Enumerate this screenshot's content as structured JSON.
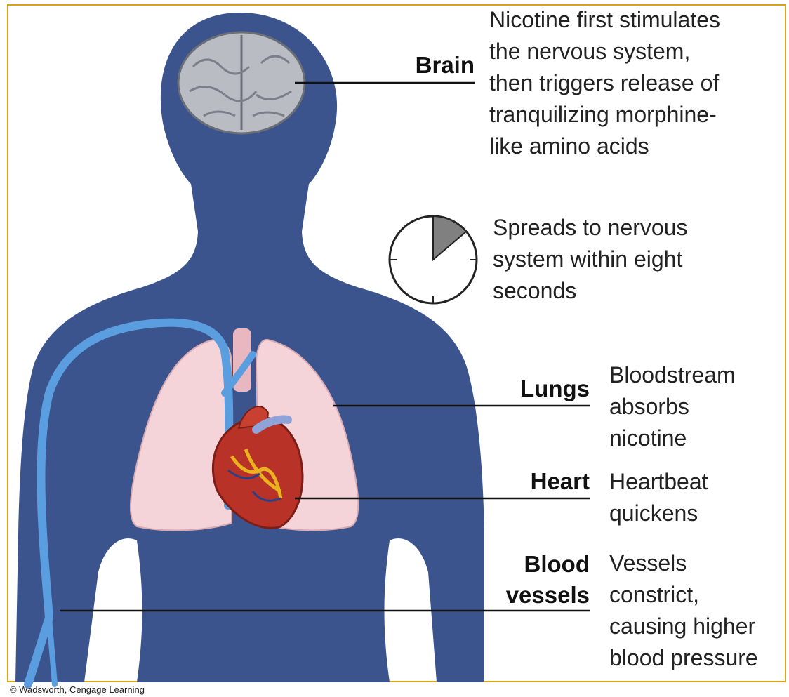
{
  "labels": {
    "brain": "Brain",
    "lungs": "Lungs",
    "heart": "Heart",
    "blood_vessels": "Blood\nvessels"
  },
  "descriptions": {
    "brain": "Nicotine first stimulates\nthe nervous system,\nthen triggers release of\ntranquilizing morphine-\nlike amino acids",
    "clock": "Spreads to nervous\nsystem within eight\nseconds",
    "lungs": "Bloodstream\nabsorbs\nnicotine",
    "heart": "Heartbeat\nquickens",
    "blood_vessels": "Vessels\nconstrict,\ncausing higher\nblood pressure"
  },
  "credit": "© Wadsworth, Cengage Learning",
  "colors": {
    "body": "#3c548e",
    "frame": "#d8a317",
    "lungs": "#f4d3d9",
    "heart": "#b83227",
    "vessels": "#5a9ee0",
    "brain": "#b9bcc2"
  }
}
